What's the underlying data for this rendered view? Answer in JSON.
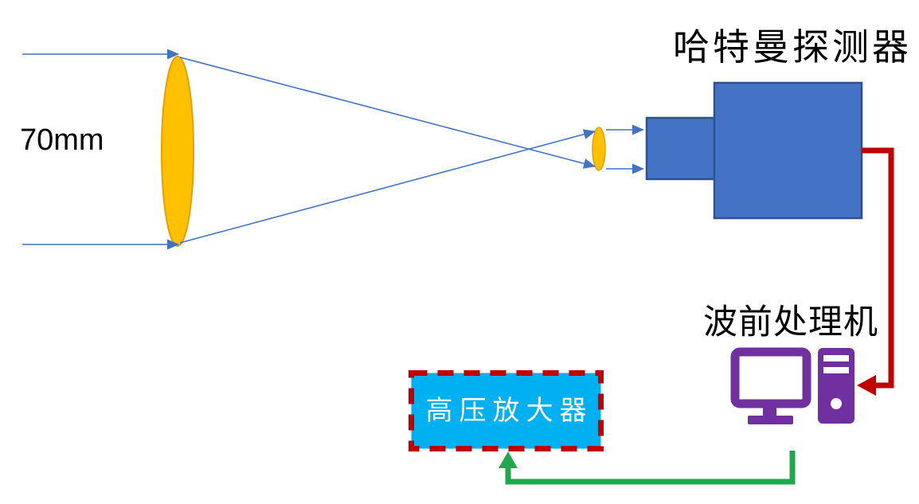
{
  "diagram": {
    "type": "optical-adaptive-optics-schematic",
    "labels": {
      "beam_diameter": "70mm",
      "detector": "哈特曼探测器",
      "processor": "波前处理机",
      "amplifier": "高压放大器"
    },
    "icons": {
      "computer": "computer-icon",
      "lens_large": "large-lens-icon",
      "lens_small": "small-lens-icon",
      "camera": "detector-camera-icon"
    },
    "colors": {
      "ray_blue": "#4472C4",
      "lens_gold_fill": "#FFC000",
      "lens_gold_stroke": "#E3A008",
      "camera_fill": "#4472C4",
      "camera_stroke": "#2F528F",
      "signal_red": "#C00000",
      "computer_purple": "#7030A0",
      "control_green": "#1FA84D",
      "amplifier_fill": "#00B0F0",
      "amplifier_border": "#C00000",
      "amplifier_text": "#FFFFFF",
      "label_text": "#000000"
    }
  }
}
